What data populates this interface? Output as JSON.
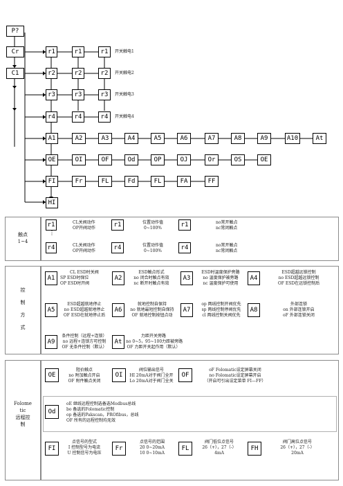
{
  "top": {
    "root": "P?"
  },
  "rows": [
    {
      "left": "Cr",
      "r1": "r1",
      "r2": "r1",
      "r3": "r1",
      "desc": "开关触电1"
    },
    {
      "left": "C1",
      "r1": "r2",
      "r2": "r2",
      "r3": "r2",
      "desc": "开关触电2"
    },
    {
      "left": "",
      "r1": "r3",
      "r2": "r3",
      "r3": "r3",
      "desc": "开关触电3"
    },
    {
      "left": "",
      "r1": "r4",
      "r2": "r4",
      "r3": "r4",
      "desc": "开关触电4"
    }
  ],
  "a_row": [
    "A1",
    "A2",
    "A3",
    "A4",
    "A5",
    "A6",
    "A7",
    "A8",
    "A9",
    "A10",
    "At"
  ],
  "o_row": [
    "OE",
    "OI",
    "OF",
    "Od",
    "OP",
    "OJ",
    "Or",
    "OS",
    "OE"
  ],
  "f_row": [
    "FI",
    "Fr",
    "FL",
    "Fd",
    "FL",
    "FA",
    "FF"
  ],
  "hi": "HI",
  "sec_contacts": {
    "side": [
      "触点",
      "1~4"
    ],
    "r1": "r1",
    "dots": "⋮",
    "r4": "r4",
    "r1_desc": [
      "CL关阀动作",
      "OP开阀动作"
    ],
    "r4_desc": [
      "CL关阀动作",
      "OP开阀动作"
    ],
    "pos1": "r1",
    "pos1_desc": [
      "位置动作值",
      "0~100%"
    ],
    "pos4": "r4",
    "pos4_desc": [
      "位置动作值",
      "0~100%"
    ],
    "nc1": "r1",
    "nc1_desc": [
      "no常开触点",
      "nc常闭触点"
    ],
    "nc4": "r4",
    "nc4_desc": [
      "no常开触点",
      "nc常闭触点"
    ]
  },
  "sec_control": {
    "side": [
      "控",
      "制",
      "方",
      "式"
    ],
    "A1": "A1",
    "A1_desc": [
      "CL ESD时关阀",
      "SP ESD时保位",
      "OP ESD时开阀"
    ],
    "A2": "A2",
    "A2_desc": [
      "ESD触点形式",
      "no 闭合时触点有效",
      "nc 断开时触点有效"
    ],
    "A3": "A3",
    "A3_desc": [
      "ESD时温度保护旁路",
      "no 温度保护被旁路",
      "nc 温度保护可使用"
    ],
    "A4": "A4",
    "A4_desc": [
      "ESD超越远锁控制",
      "no ESD超越远锁控制",
      "OF ESD在远锁控制后"
    ],
    "A5": "A5",
    "A5_desc": [
      "ESD超越就地停止",
      "no ESD超越就地停止",
      "OF ESD在就地停止后"
    ],
    "A6": "A6",
    "A6_desc": [
      "就地控制自保持",
      "no 就地最短控制自保持",
      "OF 就地控制按钮点动"
    ],
    "A7": "A7",
    "A7_desc": [
      "op 两线控制开阀优先",
      "sp 两线控制停阀优先",
      "cl 两线控制关阀优先"
    ],
    "A8": "A8",
    "A8_desc": [
      "外部连锁",
      "on 外部连锁开启",
      "oF 外部连锁关闭"
    ],
    "A9": "A9",
    "A9_desc": [
      "条件控制（远程+连锁）",
      "no 远程+连锁方可控制",
      "OF 无条件控制（默认）"
    ],
    "At": "At",
    "At_desc": [
      "力距开关旁路",
      "no 0~5，95~100力距被旁路",
      "OF 力距开关起作用（默认）"
    ]
  },
  "sec_foundation": {
    "side": [
      "Folome",
      "tic",
      "远程控",
      "制"
    ],
    "OE": "OE",
    "OE_desc": [
      "阻价触点",
      "no 附加触点开启",
      "OF 附件触点关闭"
    ],
    "OI": "OI",
    "OI_desc": [
      "阀位输出信号",
      "HI 20mA对于阀门全开",
      "Lo 20mA对于阀门全关"
    ],
    "OF": "OF",
    "OF_desc": [
      "oF Folomatic设定屏幕关闭",
      "no Folomatic设定屏幕开启",
      "（开启可引出设定菜单 FI—FF）"
    ],
    "Od": "Od",
    "Od_desc": [
      "oE 继线远程控制选备选Modbus总线",
      "bo 备选的Folomatic控制",
      "op 备选的Pakscan，PROfibus，总线",
      "OF 所有的远程控制均无效"
    ],
    "FI": "FI",
    "FI_desc": [
      "点信号的型式",
      "I 控制型号为电流",
      "U 控制信号为电压"
    ],
    "Fr": "Fr",
    "Fr_desc": [
      "点信号的范围",
      "20   0~20mA",
      "10   0~10mA"
    ],
    "FL": "FL",
    "FL_desc": [
      "阀门低位点信号",
      "26（+），27（-）",
      "4mA"
    ],
    "FH": "FH",
    "FH_desc": [
      "阀门高位点信号",
      "26（+），27（-）",
      "20mA"
    ]
  }
}
